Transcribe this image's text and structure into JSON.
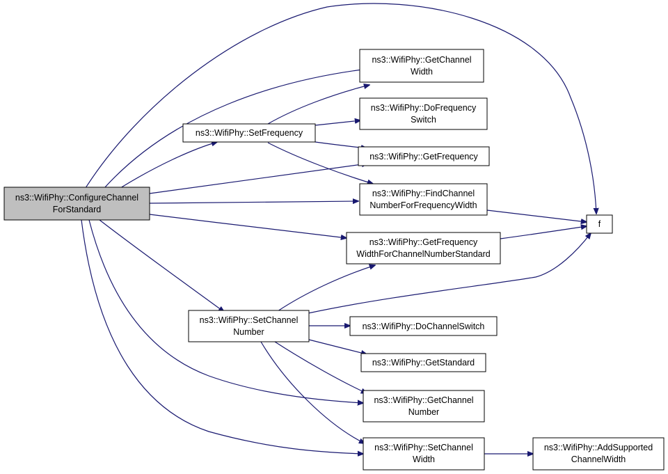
{
  "nodes": [
    {
      "id": "configure",
      "lines": [
        "ns3::WifiPhy::ConfigureChannel",
        "ForStandard"
      ],
      "root": true
    },
    {
      "id": "getchannelwidth",
      "lines": [
        "ns3::WifiPhy::GetChannel",
        "Width"
      ]
    },
    {
      "id": "setfrequency",
      "lines": [
        "ns3::WifiPhy::SetFrequency"
      ]
    },
    {
      "id": "dofrequencyswitch",
      "lines": [
        "ns3::WifiPhy::DoFrequency",
        "Switch"
      ]
    },
    {
      "id": "getfrequency",
      "lines": [
        "ns3::WifiPhy::GetFrequency"
      ]
    },
    {
      "id": "findchannel",
      "lines": [
        "ns3::WifiPhy::FindChannel",
        "NumberForFrequencyWidth"
      ]
    },
    {
      "id": "f",
      "lines": [
        "f"
      ]
    },
    {
      "id": "getfreqwidth",
      "lines": [
        "ns3::WifiPhy::GetFrequency",
        "WidthForChannelNumberStandard"
      ]
    },
    {
      "id": "setchannelnumber",
      "lines": [
        "ns3::WifiPhy::SetChannel",
        "Number"
      ]
    },
    {
      "id": "dochannelswitch",
      "lines": [
        "ns3::WifiPhy::DoChannelSwitch"
      ]
    },
    {
      "id": "getstandard",
      "lines": [
        "ns3::WifiPhy::GetStandard"
      ]
    },
    {
      "id": "getchannelnumber",
      "lines": [
        "ns3::WifiPhy::GetChannel",
        "Number"
      ]
    },
    {
      "id": "setchannelwidth",
      "lines": [
        "ns3::WifiPhy::SetChannel",
        "Width"
      ]
    },
    {
      "id": "addsupported",
      "lines": [
        "ns3::WifiPhy::AddSupported",
        "ChannelWidth"
      ]
    }
  ],
  "edges": [
    [
      "configure",
      "f"
    ],
    [
      "configure",
      "getchannelwidth"
    ],
    [
      "configure",
      "setfrequency"
    ],
    [
      "configure",
      "getfrequency"
    ],
    [
      "configure",
      "findchannel"
    ],
    [
      "configure",
      "getfreqwidth"
    ],
    [
      "configure",
      "setchannelnumber"
    ],
    [
      "configure",
      "getchannelnumber"
    ],
    [
      "configure",
      "setchannelwidth"
    ],
    [
      "setfrequency",
      "getchannelwidth"
    ],
    [
      "setfrequency",
      "dofrequencyswitch"
    ],
    [
      "setfrequency",
      "getfrequency"
    ],
    [
      "setfrequency",
      "findchannel"
    ],
    [
      "findchannel",
      "f"
    ],
    [
      "getfreqwidth",
      "f"
    ],
    [
      "setchannelnumber",
      "getfreqwidth"
    ],
    [
      "setchannelnumber",
      "f"
    ],
    [
      "setchannelnumber",
      "dochannelswitch"
    ],
    [
      "setchannelnumber",
      "getstandard"
    ],
    [
      "setchannelnumber",
      "getchannelnumber"
    ],
    [
      "setchannelnumber",
      "setchannelwidth"
    ],
    [
      "setchannelwidth",
      "addsupported"
    ]
  ]
}
